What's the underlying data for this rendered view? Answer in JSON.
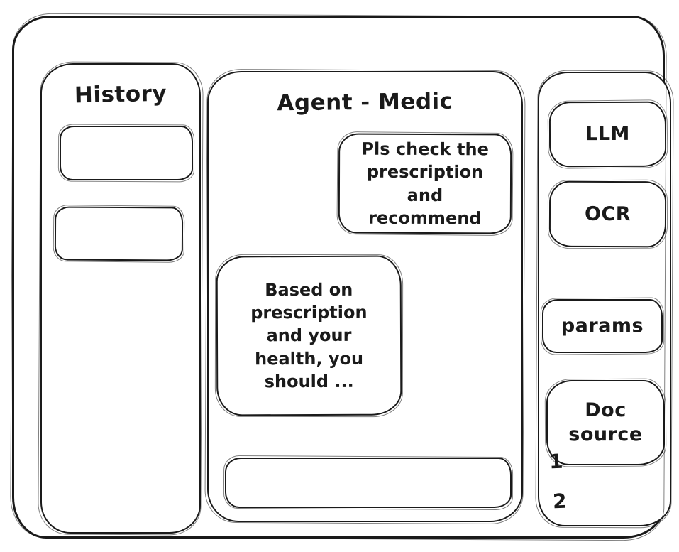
{
  "app": {
    "type": "hand-drawn wireframe",
    "title": "Agent - Medic"
  },
  "colors": {
    "ink": "#1a1a1a",
    "background": "#ffffff"
  },
  "history": {
    "title": "History",
    "items": [
      {
        "label": ""
      },
      {
        "label": ""
      }
    ]
  },
  "chat": {
    "title": "Agent - Medic",
    "messages": [
      {
        "role": "user",
        "text": "Pls check the prescription and recommend"
      },
      {
        "role": "assistant",
        "text": "Based on prescription and your health, you should ..."
      }
    ],
    "input": {
      "value": ""
    }
  },
  "tools": {
    "buttons": [
      {
        "label": "LLM"
      },
      {
        "label": "OCR"
      },
      {
        "label": "params"
      },
      {
        "label": "Doc source"
      }
    ],
    "doc_source_items": [
      "1",
      "2"
    ]
  }
}
